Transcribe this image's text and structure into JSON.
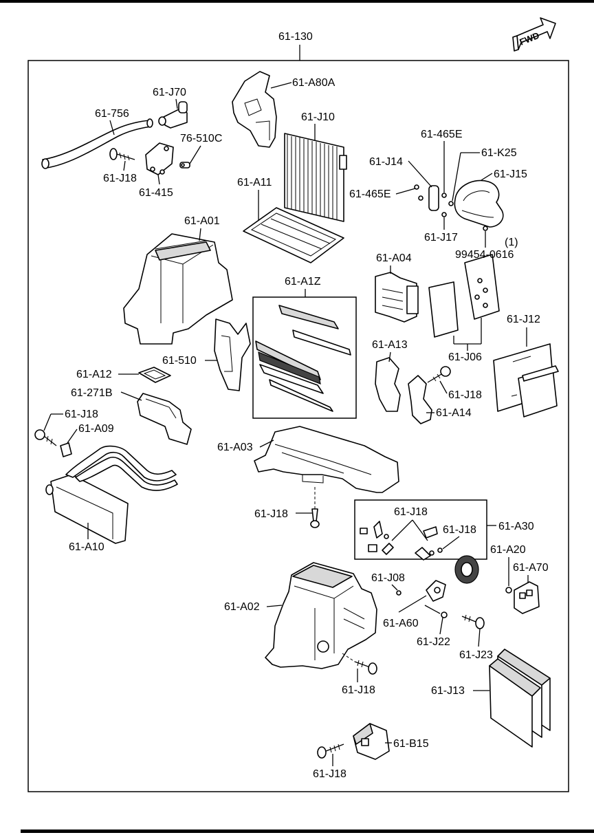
{
  "diagram": {
    "assembly_label": "61-130",
    "fwd_label": "FWD",
    "labels": {
      "a80a": "61-A80A",
      "j70": "61-J70",
      "756": "61-756",
      "j10": "61-J10",
      "510c": "76-510C",
      "j18_1": "61-J18",
      "415": "61-415",
      "a11": "61-A11",
      "465e_top": "61-465E",
      "k25": "61-K25",
      "j14": "61-J14",
      "j15": "61-J15",
      "465e_left": "61-465E",
      "j17": "61-J17",
      "qty": "(1)",
      "9945": "99454-0616",
      "a01": "61-A01",
      "a04": "61-A04",
      "a1z": "61-A1Z",
      "j12": "61-J12",
      "a13": "61-A13",
      "j06": "61-J06",
      "510": "61-510",
      "a12": "61-A12",
      "j18_2": "61-J18",
      "271b": "61-271B",
      "a14": "61-A14",
      "j18_3": "61-J18",
      "a09": "61-A09",
      "a03": "61-A03",
      "j18_4": "61-J18",
      "a10": "61-A10",
      "j18_5": "61-J18",
      "a30": "61-A30",
      "j18_6": "61-J18",
      "a20": "61-A20",
      "a70": "61-A70",
      "j08": "61-J08",
      "a02": "61-A02",
      "a60": "61-A60",
      "j22": "61-J22",
      "j23": "61-J23",
      "j18_7": "61-J18",
      "j13": "61-J13",
      "b15": "61-B15",
      "j18_8": "61-J18"
    }
  }
}
